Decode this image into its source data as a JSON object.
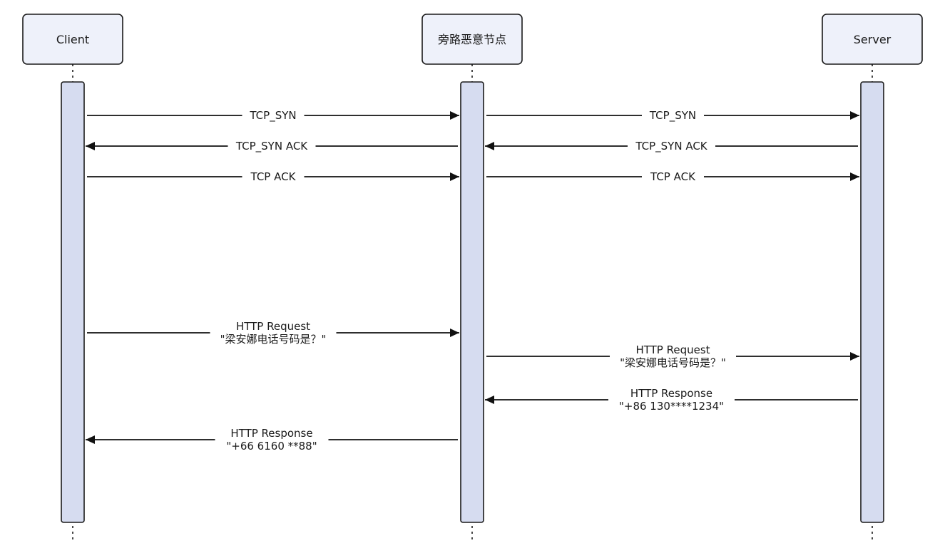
{
  "participants": [
    {
      "id": "client",
      "label": "Client"
    },
    {
      "id": "middle",
      "label": "旁路恶意节点"
    },
    {
      "id": "server",
      "label": "Server"
    }
  ],
  "messages": [
    {
      "from": "client",
      "to": "middle",
      "lines": [
        "TCP_SYN"
      ]
    },
    {
      "from": "middle",
      "to": "server",
      "lines": [
        "TCP_SYN"
      ]
    },
    {
      "from": "middle",
      "to": "client",
      "lines": [
        "TCP_SYN ACK"
      ]
    },
    {
      "from": "server",
      "to": "middle",
      "lines": [
        "TCP_SYN ACK"
      ]
    },
    {
      "from": "client",
      "to": "middle",
      "lines": [
        "TCP ACK"
      ]
    },
    {
      "from": "middle",
      "to": "server",
      "lines": [
        "TCP ACK"
      ]
    },
    {
      "from": "client",
      "to": "middle",
      "lines": [
        "HTTP Request",
        "\"梁安娜电话号码是？\""
      ]
    },
    {
      "from": "middle",
      "to": "server",
      "lines": [
        "HTTP Request",
        "\"梁安娜电话号码是？\""
      ]
    },
    {
      "from": "server",
      "to": "middle",
      "lines": [
        "HTTP Response",
        "\"+86 130****1234\""
      ]
    },
    {
      "from": "middle",
      "to": "client",
      "lines": [
        "HTTP Response",
        "\"+66 6160 **88\""
      ]
    }
  ],
  "colors": {
    "box_fill": "#eef1fa",
    "activation_fill": "#d6dcf0",
    "stroke": "#1a1a1a"
  }
}
